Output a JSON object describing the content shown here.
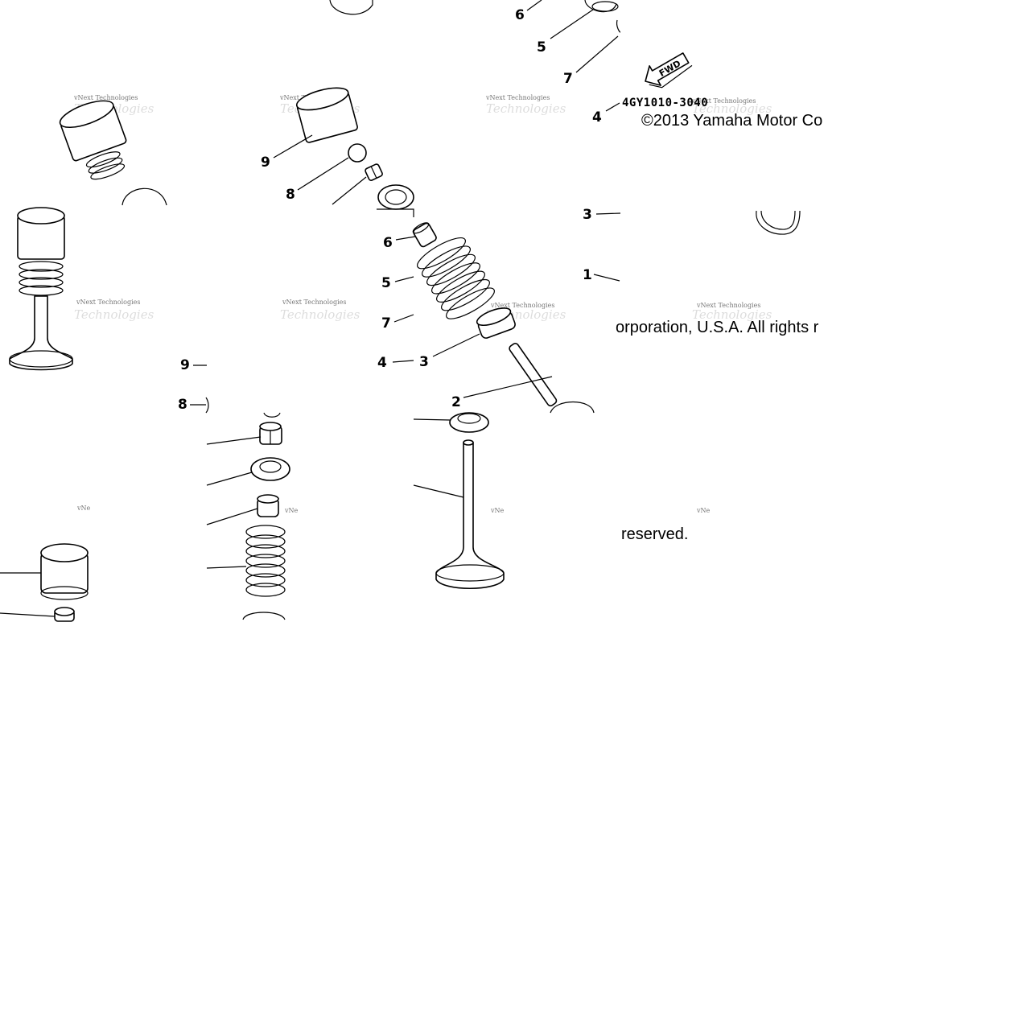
{
  "diagram": {
    "part_code": "4GY1010-3040",
    "fwd_label": "FWD",
    "copyright": {
      "line1": "©2013 Yamaha Motor Co",
      "line2": "orporation, U.S.A. All rights r",
      "line3": "reserved."
    },
    "watermark": {
      "line1": "vNext Technologies",
      "line1_cut": "vNe",
      "line2": "Technologies"
    },
    "callouts": {
      "top_a": [
        "6",
        "5",
        "7",
        "4"
      ],
      "top_b": [
        "9",
        "8"
      ],
      "mid_a": [
        "3",
        "1"
      ],
      "mid_b": [
        "6",
        "5",
        "7",
        "4",
        "3",
        "2"
      ],
      "left_b": [
        "9",
        "8"
      ]
    }
  }
}
